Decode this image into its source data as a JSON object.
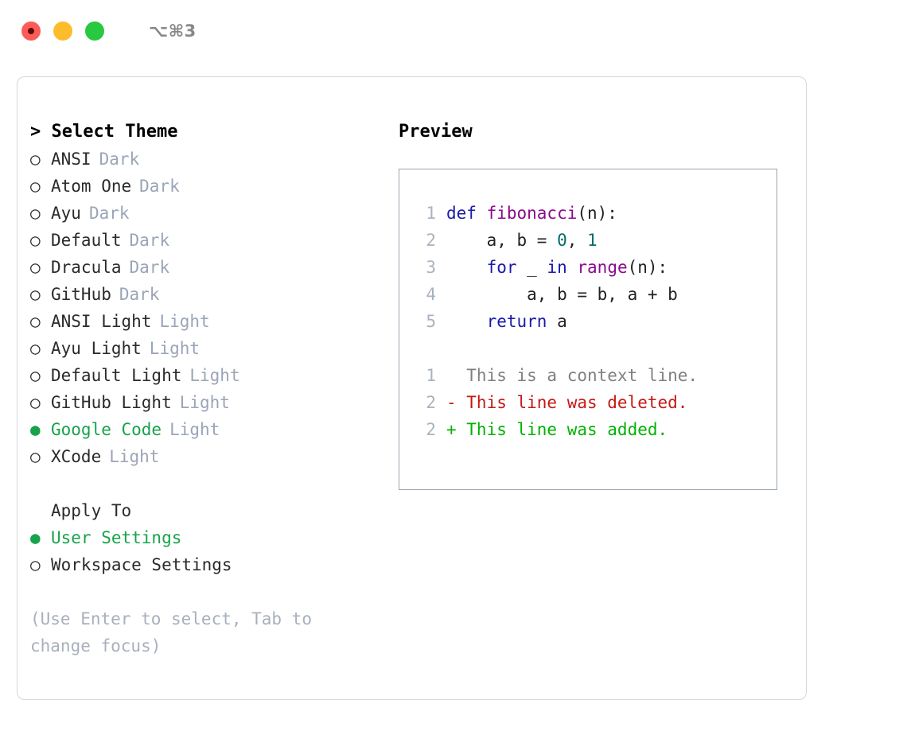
{
  "window": {
    "traffic_lights": [
      "close-red",
      "minimize-yellow",
      "maximize-green"
    ],
    "shortcut_label": "⌥⌘3"
  },
  "theme_picker": {
    "header_marker": ">",
    "header_label": "Select Theme",
    "marker_selected": "●",
    "marker_unselected": "○",
    "selected_theme": "Google Code",
    "accent_color": "#16a34a",
    "tag_color": "#9aa5b8",
    "options": [
      {
        "marker": "○",
        "label": "ANSI",
        "tag": "Dark",
        "selected": false
      },
      {
        "marker": "○",
        "label": "Atom One",
        "tag": "Dark",
        "selected": false
      },
      {
        "marker": "○",
        "label": "Ayu",
        "tag": "Dark",
        "selected": false
      },
      {
        "marker": "○",
        "label": "Default",
        "tag": "Dark",
        "selected": false
      },
      {
        "marker": "○",
        "label": "Dracula",
        "tag": "Dark",
        "selected": false
      },
      {
        "marker": "○",
        "label": "GitHub",
        "tag": "Dark",
        "selected": false
      },
      {
        "marker": "○",
        "label": "ANSI Light",
        "tag": "Light",
        "selected": false
      },
      {
        "marker": "○",
        "label": "Ayu Light",
        "tag": "Light",
        "selected": false
      },
      {
        "marker": "○",
        "label": "Default Light",
        "tag": "Light",
        "selected": false
      },
      {
        "marker": "○",
        "label": "GitHub Light",
        "tag": "Light",
        "selected": false
      },
      {
        "marker": "●",
        "label": "Google Code",
        "tag": "Light",
        "selected": true
      },
      {
        "marker": "○",
        "label": "XCode",
        "tag": "Light",
        "selected": false
      }
    ]
  },
  "apply_to": {
    "header_label": "Apply To",
    "selected_option": "User Settings",
    "options": [
      {
        "marker": "●",
        "label": "User Settings",
        "selected": true
      },
      {
        "marker": "○",
        "label": "Workspace Settings",
        "selected": false
      }
    ]
  },
  "hint": {
    "line1": "(Use Enter to select, Tab to",
    "line2": "change focus)"
  },
  "preview": {
    "title": "Preview",
    "border_color": "#9aa5b1",
    "gutter_color": "#a9b2bd",
    "syntax_colors": {
      "keyword": "#1a1aa8",
      "function": "#8b0a8b",
      "number": "#046b6b",
      "plain": "#222222",
      "diff_context": "#808080",
      "diff_deleted": "#c41a16",
      "diff_added": "#00b200"
    },
    "code_lines": [
      {
        "num": "1",
        "tokens": [
          {
            "t": "def ",
            "c": "kw"
          },
          {
            "t": "fibonacci",
            "c": "fn"
          },
          {
            "t": "(n):",
            "c": "pl"
          }
        ]
      },
      {
        "num": "2",
        "tokens": [
          {
            "t": "    a, b = ",
            "c": "pl"
          },
          {
            "t": "0",
            "c": "num"
          },
          {
            "t": ", ",
            "c": "pl"
          },
          {
            "t": "1",
            "c": "num"
          }
        ]
      },
      {
        "num": "3",
        "tokens": [
          {
            "t": "    for ",
            "c": "kw"
          },
          {
            "t": "_ ",
            "c": "pl"
          },
          {
            "t": "in ",
            "c": "kw"
          },
          {
            "t": "range",
            "c": "fn"
          },
          {
            "t": "(n):",
            "c": "pl"
          }
        ]
      },
      {
        "num": "4",
        "tokens": [
          {
            "t": "        a, b = b, a + b",
            "c": "pl"
          }
        ]
      },
      {
        "num": "5",
        "tokens": [
          {
            "t": "    return ",
            "c": "kw"
          },
          {
            "t": "a",
            "c": "pl"
          }
        ]
      }
    ],
    "diff_lines": [
      {
        "num": "1",
        "tokens": [
          {
            "t": "  This is a context line.",
            "c": "ctx"
          }
        ]
      },
      {
        "num": "2",
        "tokens": [
          {
            "t": "- This line was deleted.",
            "c": "del"
          }
        ]
      },
      {
        "num": "2",
        "tokens": [
          {
            "t": "+ This line was added.",
            "c": "add"
          }
        ]
      }
    ]
  }
}
